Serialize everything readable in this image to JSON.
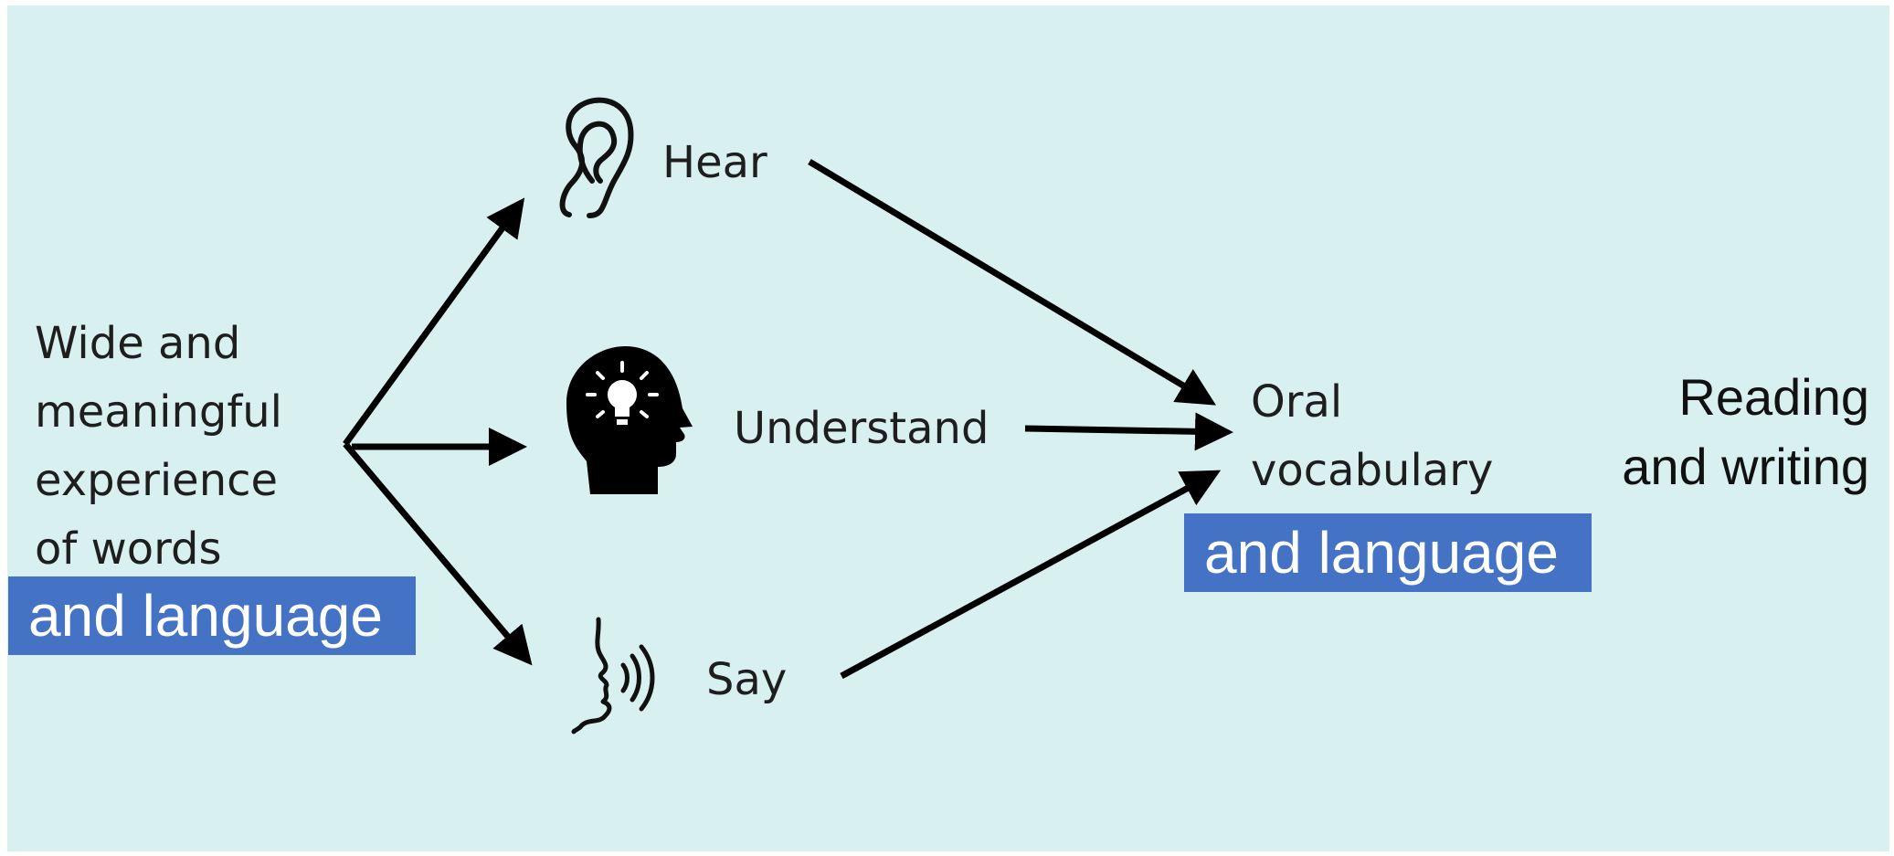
{
  "source": {
    "lines": [
      "Wide and",
      "meaningful",
      "experience",
      "of words"
    ]
  },
  "steps": {
    "hear": "Hear",
    "understand": "Understand",
    "say": "Say"
  },
  "icons": {
    "hear": "ear-icon",
    "understand": "head-lightbulb-icon",
    "say": "speaking-face-icon"
  },
  "target": {
    "lines": [
      "Oral",
      "vocabulary"
    ]
  },
  "outcome": {
    "lines": [
      "Reading",
      "and writing"
    ]
  },
  "badges": {
    "left": "and language",
    "right": "and language"
  },
  "colors": {
    "background": "#d8f0f0",
    "badge": "#4472c4",
    "arrow": "#000000"
  }
}
